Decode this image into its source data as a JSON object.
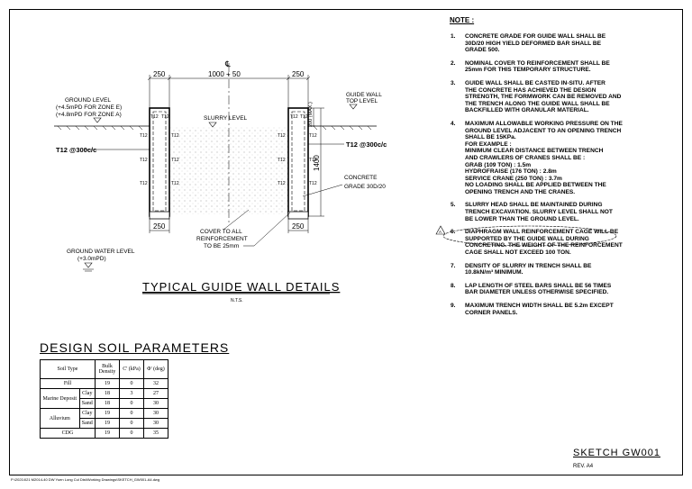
{
  "drawing": {
    "centerline": "℄",
    "dims": {
      "left_wall": "250",
      "trench": "1000 + 50",
      "right_wall": "250",
      "bottom_left": "250",
      "bottom_right": "250",
      "height": "1400",
      "max_depth": "200 (MAX.)"
    },
    "labels": {
      "ground_level": [
        "GROUND LEVEL",
        "(+4.5mPD FOR ZONE E)",
        "(+4.8mPD FOR ZONE A)"
      ],
      "guide_wall_top": [
        "GUIDE WALL",
        "TOP LEVEL"
      ],
      "slurry_level": "SLURRY LEVEL",
      "bar_left": "T12 @300c/c",
      "bar_right": "T12 @300c/c",
      "concrete": [
        "CONCRETE",
        "GRADE 30D/20"
      ],
      "cover": [
        "COVER TO ALL",
        "REINFORCEMENT",
        "TO BE 25mm"
      ],
      "ground_water": [
        "GROUND WATER LEVEL",
        "(+3.0mPD)"
      ],
      "rebar_tag": "T12"
    },
    "title": "TYPICAL GUIDE WALL DETAILS",
    "scale": "N.T.S."
  },
  "notes": {
    "title": "NOTE :",
    "items": [
      {
        "num": "1.",
        "text": "CONCRETE GRADE FOR GUIDE WALL SHALL BE\n30D/20 HIGH YIELD DEFORMED BAR SHALL BE\nGRADE 500."
      },
      {
        "num": "2.",
        "text": "NOMINAL COVER TO REINFORCEMENT SHALL BE\n25mm FOR THIS TEMPORARY STRUCTURE."
      },
      {
        "num": "3.",
        "text": "GUIDE WALL SHALL BE CASTED IN-SITU. AFTER\nTHE CONCRETE HAS ACHIEVED THE DESIGN\nSTRENGTH, THE FORMWORK CAN BE REMOVED AND\nTHE TRENCH ALONG THE GUIDE WALL SHALL BE\nBACKFILLED WITH GRANULAR MATERIAL."
      },
      {
        "num": "4.",
        "text": "MAXIMUM ALLOWABLE WORKING PRESSURE ON THE\nGROUND LEVEL ADJACENT TO AN OPENING TRENCH\nSHALL BE 15KPa.\nFOR EXAMPLE :\nMINIMUM CLEAR DISTANCE BETWEEN TRENCH\nAND CRAWLERS OF CRANES SHALL BE :\nGRAB (109 TON)          : 1.5m\nHYDROFRAISE (176 TON)   : 2.8m\nSERVICE CRANE (250 TON) : 3.7m\nNO LOADING SHALL BE APPLIED BETWEEN THE\nOPENING TRENCH AND THE CRANES."
      },
      {
        "num": "5.",
        "text": "SLURRY HEAD SHALL BE MAINTAINED DURING\nTRENCH EXCAVATION. SLURRY LEVEL SHALL NOT\nBE LOWER THAN THE GROUND LEVEL."
      },
      {
        "num": "6.",
        "text": "DIAPHRAGM WALL REINFORCEMENT CAGE WILL BE\nSUPPORTED BY THE GUIDE WALL DURING\nCONCRETING. THE WEIGHT OF THE REINFORCEMENT\nCAGE SHALL NOT EXCEED 100 TON."
      },
      {
        "num": "7.",
        "text": "DENSITY OF SLURRY IN TRENCH SHALL BE\n10.8kN/m³ MINIMUM."
      },
      {
        "num": "8.",
        "text": "LAP LENGTH OF STEEL BARS SHALL BE 56 TIMES\nBAR DIAMETER UNLESS OTHERWISE SPECIFIED."
      },
      {
        "num": "9.",
        "text": "MAXIMUM TRENCH WIDTH SHALL BE 5.2m EXCEPT\nCORNER PANELS."
      }
    ],
    "revision_marker": "A"
  },
  "soil": {
    "title": "DESIGN SOIL PARAMETERS",
    "headers": {
      "type": "Soil Type",
      "density": "Bulk Density",
      "c": "C' (kPa)",
      "phi": "Φ' (deg)"
    },
    "rows": {
      "fill": {
        "name": "Fill",
        "density": "19",
        "c": "0",
        "phi": "32"
      },
      "marine": {
        "group": "Marine Deposit",
        "clay": {
          "name": "Clay",
          "density": "18",
          "c": "3",
          "phi": "27"
        },
        "sand": {
          "name": "Sand",
          "density": "18",
          "c": "0",
          "phi": "30"
        }
      },
      "alluvium": {
        "group": "Alluvium",
        "clay": {
          "name": "Clay",
          "density": "19",
          "c": "0",
          "phi": "30"
        },
        "sand": {
          "name": "Sand",
          "density": "19",
          "c": "0",
          "phi": "30"
        }
      },
      "cdg": {
        "name": "CDG",
        "density": "19",
        "c": "0",
        "phi": "35"
      }
    }
  },
  "footer": {
    "sketch": "SKETCH GW001",
    "rev": "REV. A4",
    "filepath": "P:\\2021\\021 M2014-40 DW Yuen Long Cul Dist\\Working Drawings\\SKETCH_GW001-A4.dwg"
  }
}
